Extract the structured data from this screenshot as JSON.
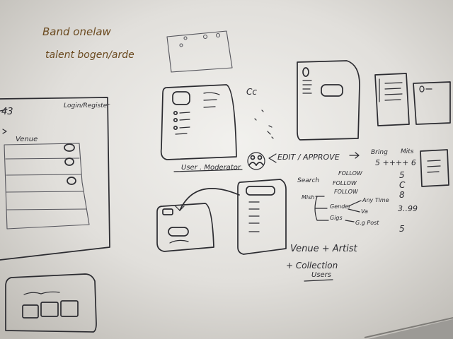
{
  "notes": {
    "band_line": "Band onelaw",
    "talent_line": "talent bogen/arde"
  },
  "left_sketch": {
    "corner_label": "43",
    "header_label": "Login/Register",
    "list_label": "Venue"
  },
  "center": {
    "cc_label": "Cc",
    "user_label": "User . Moderator",
    "edit_label": "EDIT / APPROVE"
  },
  "right_list": {
    "col_header": "Bring",
    "col_header_2": "Mits",
    "tally": "5 ++++ 6",
    "search_label": "Search",
    "mish_label": "Mish",
    "rows": [
      {
        "label": "FOLLOW",
        "value": "5"
      },
      {
        "label": "FOLLOW",
        "value": "C"
      },
      {
        "label": "FOLLOW",
        "value": "8"
      },
      {
        "label": "Any Time",
        "value": ""
      },
      {
        "label": "Va",
        "value": "3..99"
      },
      {
        "label": "G.g Post",
        "value": "5"
      }
    ],
    "sub_labels": [
      "Gender",
      "Gigs"
    ]
  },
  "bottom_notes": {
    "line1": "Venue + Artist",
    "line2": "+ Collection",
    "line3": "Users"
  },
  "colors": {
    "board": "#cfcdc8",
    "ink": "#2b2b30",
    "brown_ink": "#6b4a1f"
  }
}
